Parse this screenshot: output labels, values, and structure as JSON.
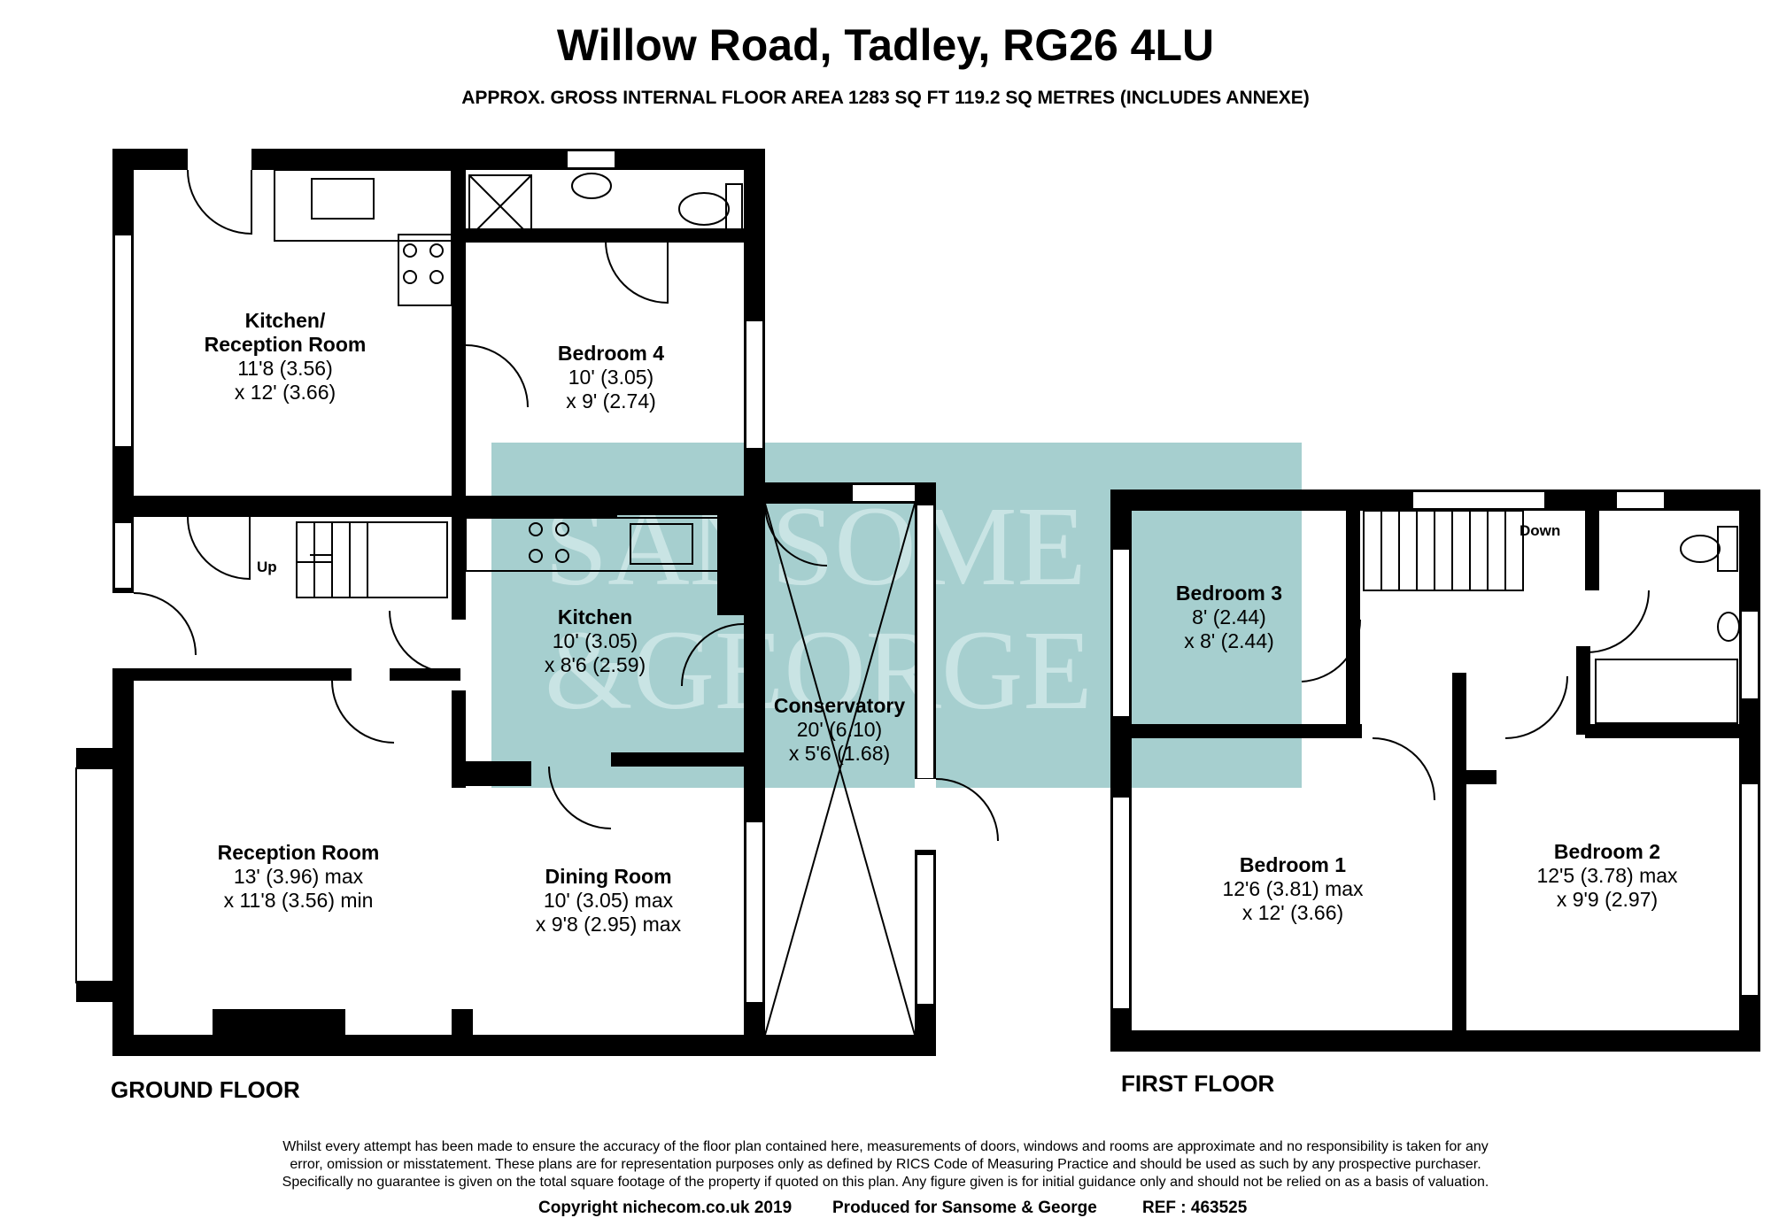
{
  "header": {
    "title": "Willow Road, Tadley, RG26 4LU",
    "subtitle": "APPROX. GROSS INTERNAL FLOOR AREA 1283 SQ FT 119.2 SQ METRES (INCLUDES ANNEXE)"
  },
  "watermark": {
    "line1": "SANSOME",
    "line2": "&GEORGE",
    "color": "#a6cfcf"
  },
  "ground_floor": {
    "label": "GROUND FLOOR",
    "stairs_label": "Up",
    "rooms": {
      "kitchen_reception": {
        "name_line1": "Kitchen/",
        "name_line2": "Reception Room",
        "dim1": "11'8 (3.56)",
        "dim2": "x 12' (3.66)"
      },
      "bedroom4": {
        "name": "Bedroom 4",
        "dim1": "10' (3.05)",
        "dim2": "x 9' (2.74)"
      },
      "kitchen": {
        "name": "Kitchen",
        "dim1": "10' (3.05)",
        "dim2": "x 8'6 (2.59)"
      },
      "conservatory": {
        "name": "Conservatory",
        "dim1": "20' (6.10)",
        "dim2": "x 5'6 (1.68)"
      },
      "reception": {
        "name": "Reception Room",
        "dim1": "13' (3.96) max",
        "dim2": "x 11'8 (3.56) min"
      },
      "dining": {
        "name": "Dining Room",
        "dim1": "10' (3.05) max",
        "dim2": "x 9'8 (2.95) max"
      }
    }
  },
  "first_floor": {
    "label": "FIRST FLOOR",
    "stairs_label": "Down",
    "rooms": {
      "bedroom3": {
        "name": "Bedroom 3",
        "dim1": "8' (2.44)",
        "dim2": "x 8' (2.44)"
      },
      "bedroom1": {
        "name": "Bedroom 1",
        "dim1": "12'6 (3.81) max",
        "dim2": "x 12' (3.66)"
      },
      "bedroom2": {
        "name": "Bedroom 2",
        "dim1": "12'5 (3.78) max",
        "dim2": "x 9'9 (2.97)"
      }
    }
  },
  "disclaimer": {
    "line1": "Whilst every attempt has been made to ensure the accuracy of the floor plan contained here, measurements of doors, windows and rooms are approximate and no responsibility is taken for any",
    "line2": "error, omission or misstatement. These plans are for representation purposes only as defined by RICS Code of Measuring Practice and should be used as such by any prospective purchaser.",
    "line3": "Specifically no guarantee is given on the total square footage of the property if quoted on this plan. Any figure given is for initial guidance only and should not be relied on as a basis of valuation."
  },
  "footer": {
    "copyright": "Copyright nichecom.co.uk 2019",
    "produced": "Produced for Sansome & George",
    "ref": "REF : 463525"
  }
}
